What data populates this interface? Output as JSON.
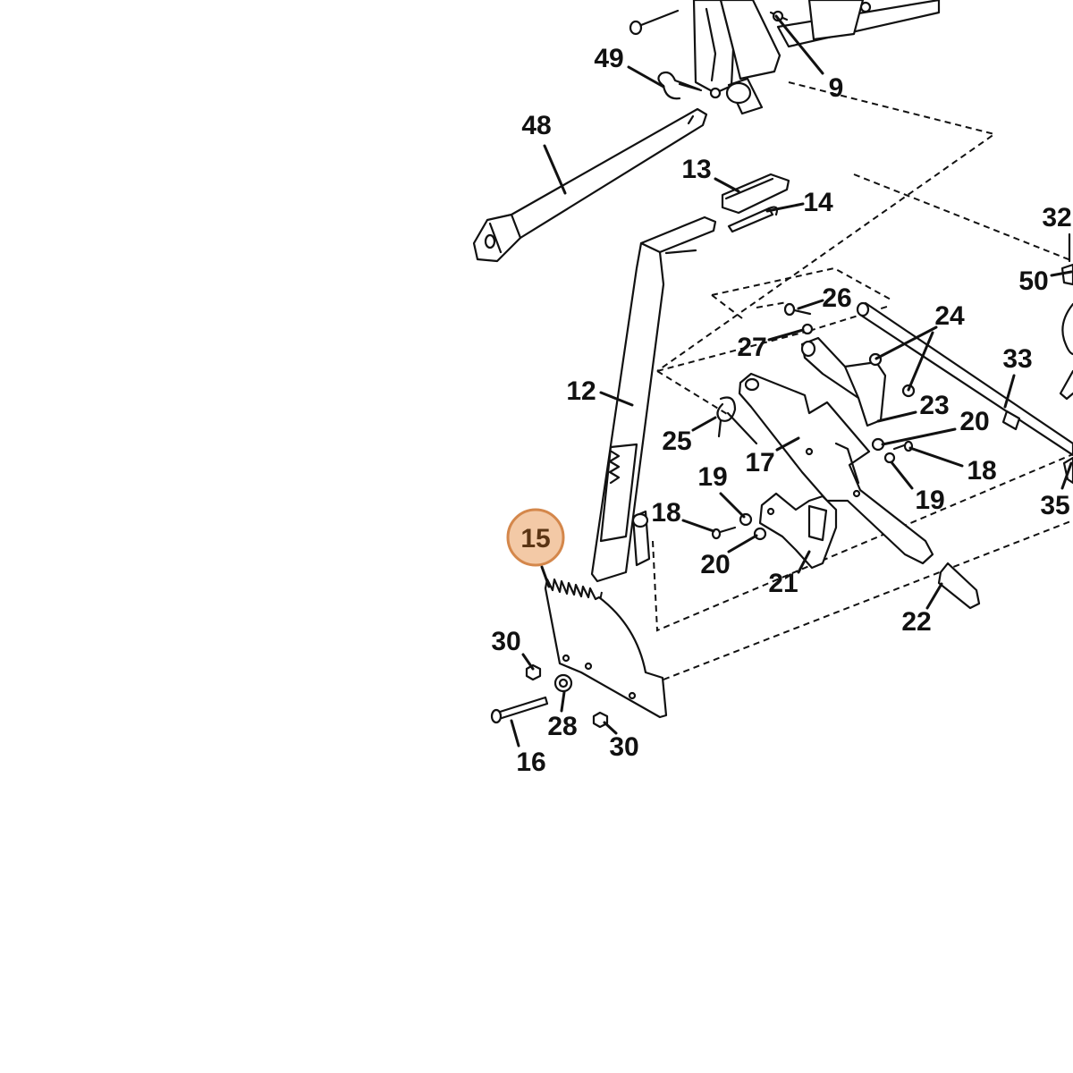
{
  "highlight": {
    "fill": "#f3c9a6",
    "stroke": "#d4874b"
  },
  "callouts": [
    {
      "label": "9"
    },
    {
      "label": "49"
    },
    {
      "label": "48"
    },
    {
      "label": "13"
    },
    {
      "label": "14"
    },
    {
      "label": "32"
    },
    {
      "label": "50"
    },
    {
      "label": "26"
    },
    {
      "label": "24"
    },
    {
      "label": "27"
    },
    {
      "label": "33"
    },
    {
      "label": "12"
    },
    {
      "label": "23"
    },
    {
      "label": "25"
    },
    {
      "label": "20"
    },
    {
      "label": "18"
    },
    {
      "label": "17"
    },
    {
      "label": "19"
    },
    {
      "label": "35"
    },
    {
      "label": "19"
    },
    {
      "label": "18"
    },
    {
      "label": "20"
    },
    {
      "label": "21"
    },
    {
      "label": "22"
    },
    {
      "label": "15",
      "selected": true
    },
    {
      "label": "30"
    },
    {
      "label": "28"
    },
    {
      "label": "16"
    },
    {
      "label": "30"
    }
  ]
}
